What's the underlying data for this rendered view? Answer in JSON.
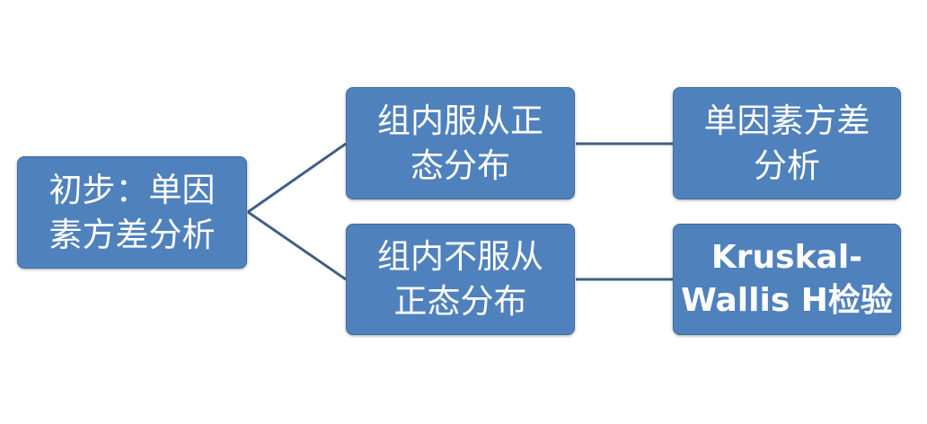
{
  "diagram": {
    "root": {
      "label": "初步：单因\n素方差分析"
    },
    "branches": [
      {
        "label": "组内服从正\n态分布",
        "child": {
          "label": "单因素方差\n分析"
        }
      },
      {
        "label": "组内不服从\n正态分布",
        "child": {
          "label": "Kruskal-\nWallis H检验"
        }
      }
    ]
  },
  "colors": {
    "node_fill": "#4f81bd",
    "node_text": "#ffffff",
    "connector": "#3f5f86"
  }
}
